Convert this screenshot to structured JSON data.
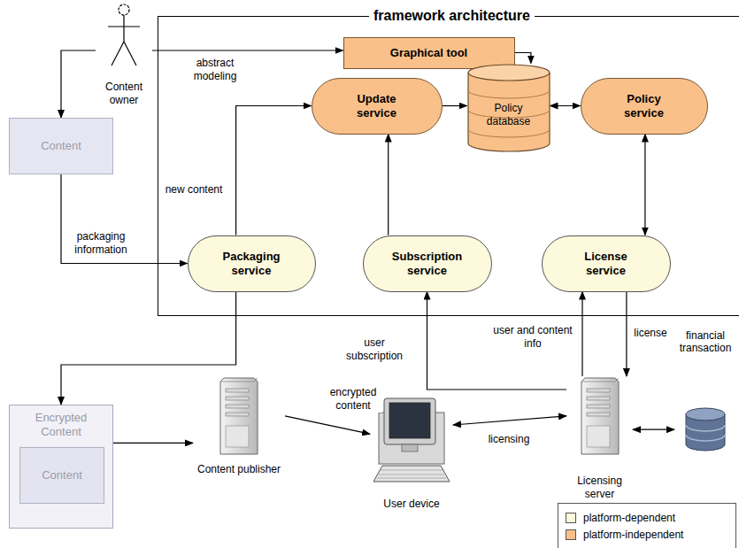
{
  "diagram": {
    "nodes": [
      {
        "text": [
          "framework architecture"
        ]
      },
      {
        "text": [
          "Content owner"
        ]
      },
      {
        "text": [
          "Graphical tool"
        ],
        "in": 0
      },
      {
        "text": [
          "Update service"
        ],
        "in": 0
      },
      {
        "text": [
          "Policy database"
        ],
        "in": 0
      },
      {
        "text": [
          "Policy service"
        ],
        "in": 0
      },
      {
        "text": [
          "Content"
        ]
      },
      {
        "text": [
          "Packaging service"
        ],
        "in": 0
      },
      {
        "text": [
          "Subscription service"
        ],
        "in": 0
      },
      {
        "text": [
          "License service"
        ],
        "in": 0
      },
      {
        "text": [
          "Encrypted Content"
        ]
      },
      {
        "text": [
          "Content"
        ],
        "in": 10
      },
      {
        "text": [
          "Content publisher"
        ]
      },
      {
        "text": [
          "User device"
        ]
      },
      {
        "text": [
          "Licensing server"
        ]
      },
      {
        "text": [
          "financial transaction"
        ]
      }
    ],
    "edges": [
      {
        "from": 1,
        "to": 2,
        "label": "abstract modeling",
        "arrow": "to"
      },
      {
        "from": 1,
        "to": 6,
        "arrow": "to"
      },
      {
        "from": 2,
        "to": 4,
        "arrow": "to"
      },
      {
        "from": 3,
        "to": 4,
        "arrow": "to"
      },
      {
        "from": 4,
        "to": 5,
        "arrow": "both"
      },
      {
        "from": 5,
        "to": 9,
        "arrow": "both"
      },
      {
        "from": 6,
        "to": 7,
        "label": "packaging information",
        "arrow": "to"
      },
      {
        "from": 7,
        "to": 3,
        "label": "new content",
        "arrow": "to"
      },
      {
        "from": 8,
        "to": 3,
        "arrow": "to"
      },
      {
        "from": 7,
        "to": 10,
        "arrow": "to"
      },
      {
        "from": 10,
        "to": 12,
        "arrow": "to"
      },
      {
        "from": 12,
        "to": 13,
        "label": "encrypted content",
        "arrow": "to"
      },
      {
        "from": 13,
        "to": 14,
        "label": "licensing",
        "arrow": "both"
      },
      {
        "from": 14,
        "to": 8,
        "label": "user subscription",
        "arrow": "to"
      },
      {
        "from": 14,
        "to": 9,
        "label": "user and content info",
        "arrow": "to"
      },
      {
        "from": 9,
        "to": 14,
        "label": "license",
        "arrow": "to"
      },
      {
        "from": 14,
        "to": 15,
        "arrow": "both"
      }
    ],
    "legend": [
      {
        "text": "platform-dependent",
        "color": "#fdf9dc"
      },
      {
        "text": "platform-independent",
        "color": "#f9c08a"
      }
    ]
  }
}
